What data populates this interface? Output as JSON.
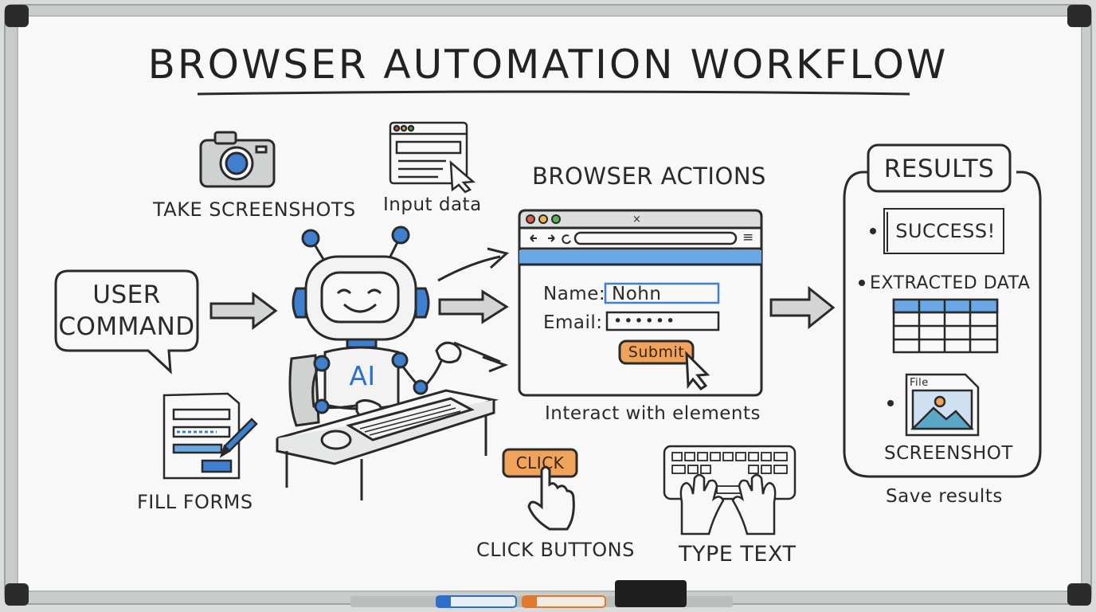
{
  "title": "BROWSER AUTOMATION WORKFLOW",
  "user_command": {
    "line1": "USER",
    "line2": "COMMAND"
  },
  "robot": {
    "badge": "AI"
  },
  "capabilities": {
    "screenshots": "TAKE SCREENSHOTS",
    "input": "Input data",
    "forms": "FILL FORMS",
    "click": "CLICK BUTTONS",
    "type": "TYPE TEXT"
  },
  "browser": {
    "heading": "BROWSER ACTIONS",
    "caption": "Interact with elements",
    "name_label": "Name:",
    "name_value": "Nohn",
    "email_label": "Email:",
    "email_value": "••••••",
    "submit_label": "Submit",
    "close_glyph": "×",
    "menu_glyph": "≡"
  },
  "click_button_label": "CLICK",
  "results": {
    "heading": "RESULTS",
    "success": "SUCCESS!",
    "extracted": "EXTRACTED DATA",
    "file_label": "File",
    "screenshot": "SCREENSHOT",
    "caption": "Save results"
  },
  "colors": {
    "ink": "#2a2a2a",
    "blue": "#3f7fd0",
    "light_blue": "#6aa7e6",
    "orange": "#f0a35a",
    "board": "#f6f7f6",
    "frame": "#c8ccca"
  }
}
